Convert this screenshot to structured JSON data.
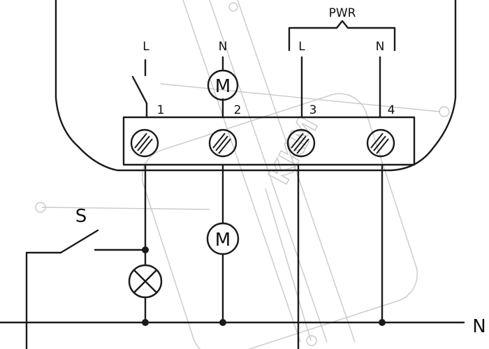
{
  "diagram": {
    "pwr_label": "PWR",
    "top_labels": {
      "l1": "L",
      "n2": "N",
      "l3": "L",
      "n4": "N"
    },
    "terminals": [
      "1",
      "2",
      "3",
      "4"
    ],
    "motor_label_top": "M",
    "motor_label_bottom": "M",
    "switch_label": "S",
    "neutral_label": "N",
    "watermark_text": "KKM"
  }
}
